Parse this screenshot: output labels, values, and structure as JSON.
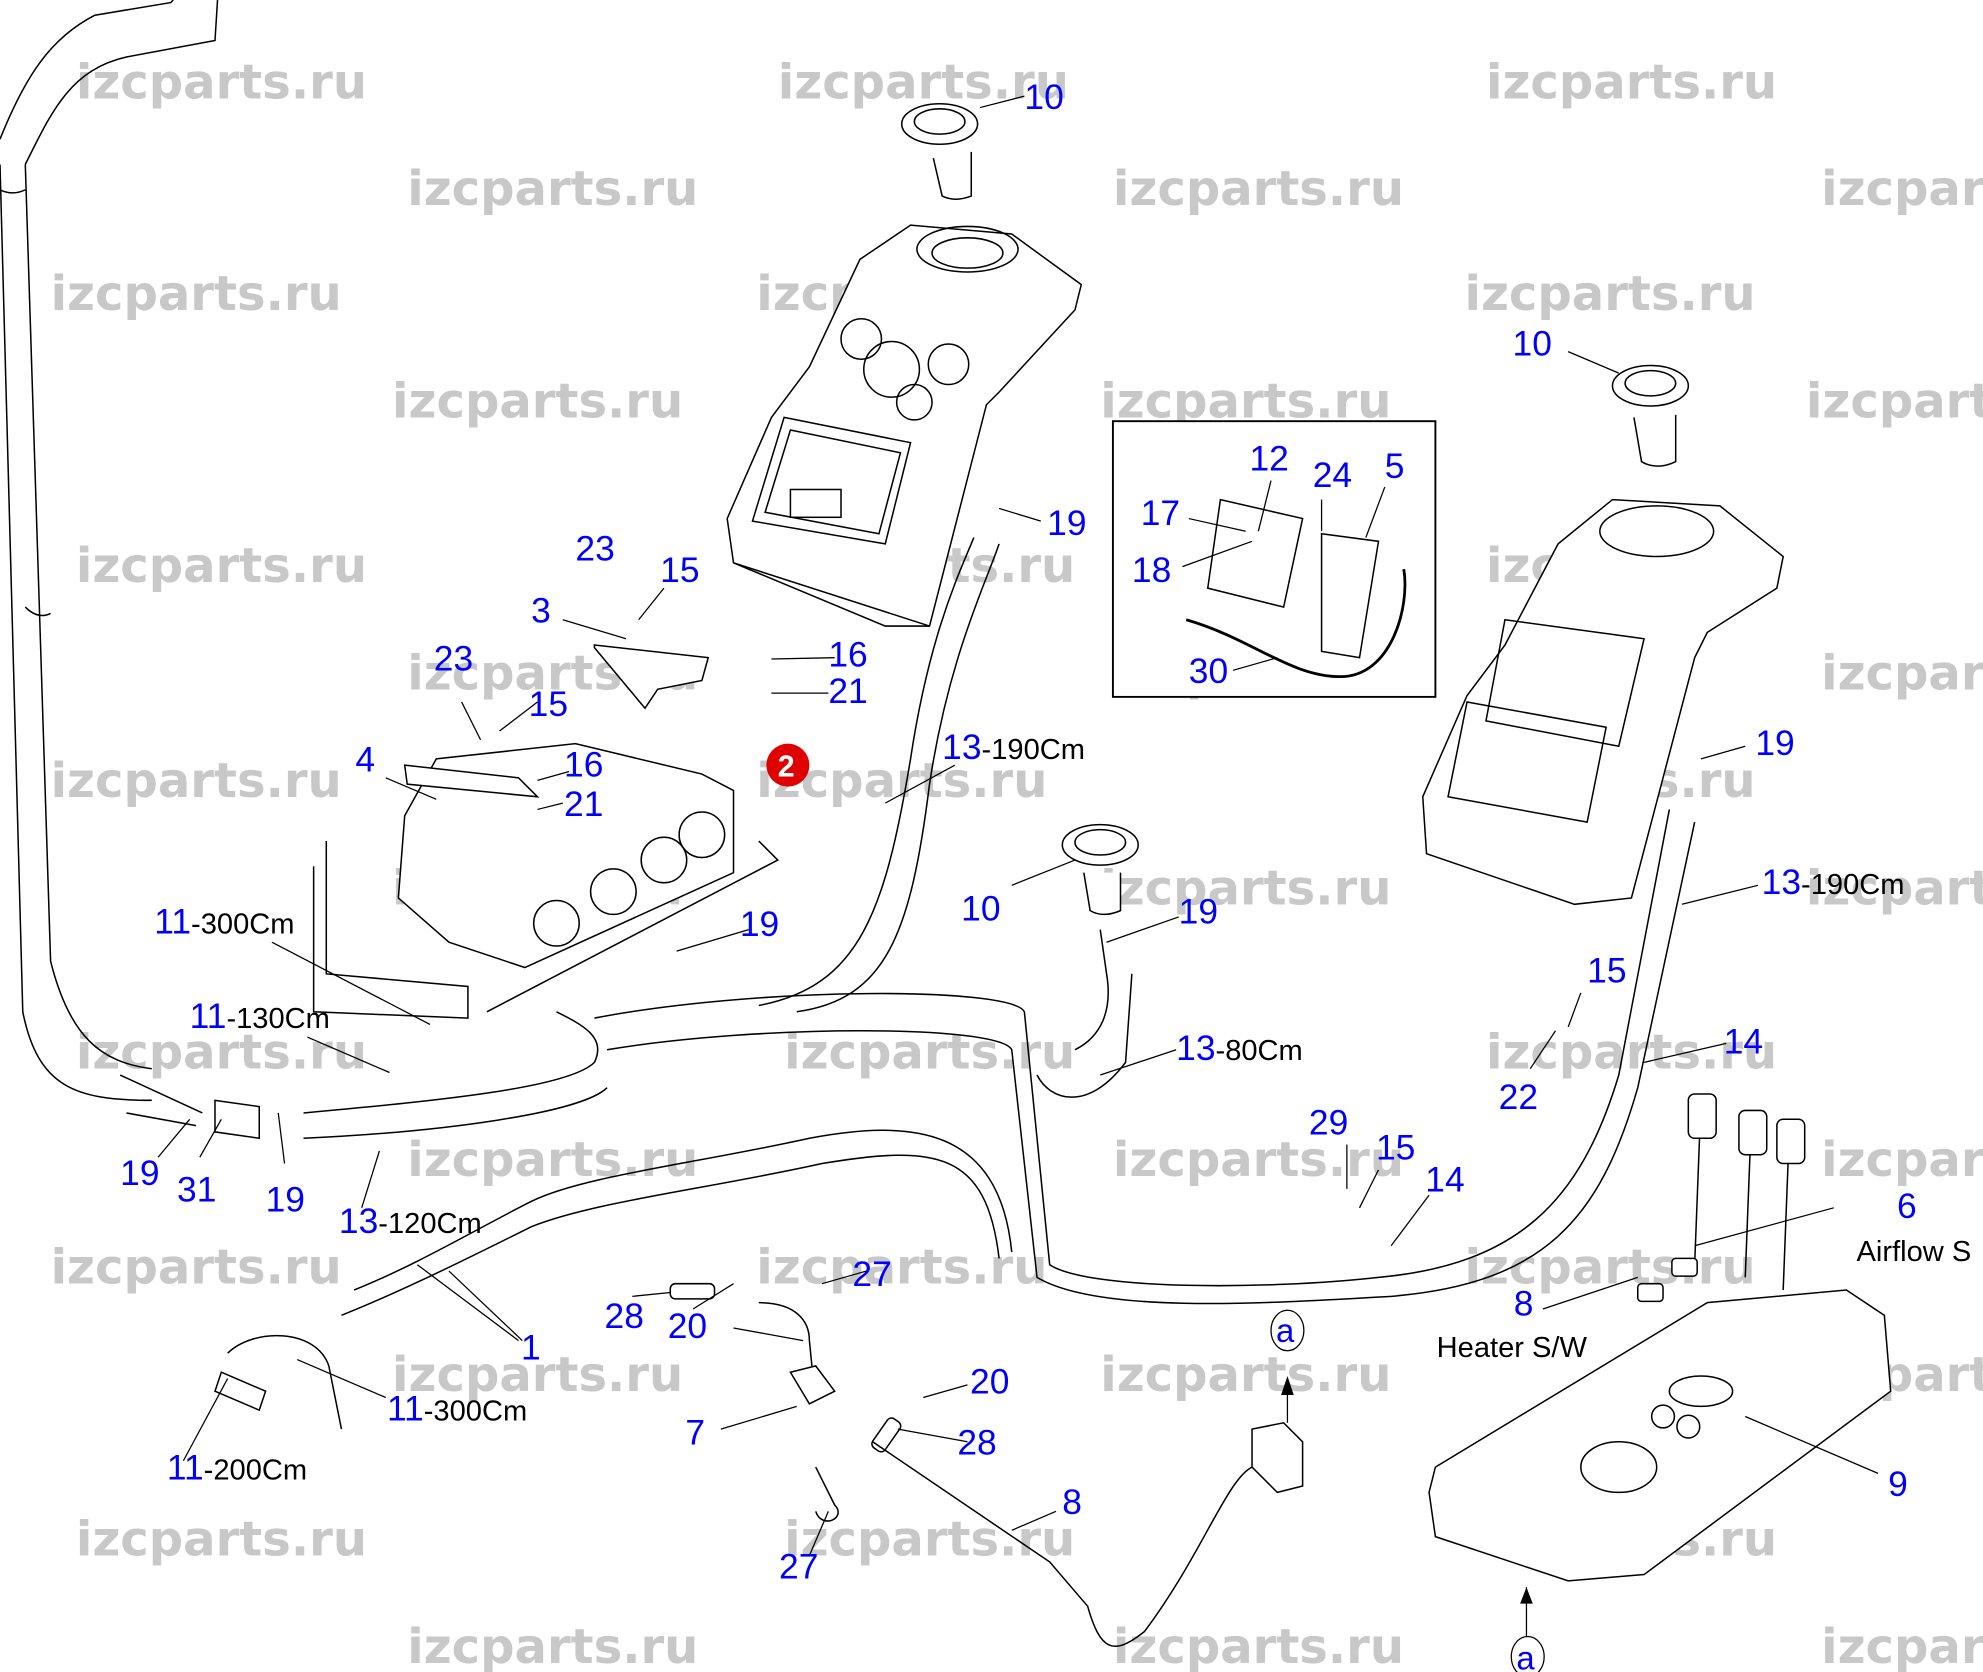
{
  "diagram": {
    "title": "Cab heater & ventilation parts diagram",
    "watermark": "izcparts.ru",
    "colors": {
      "label": "#0000ff",
      "watermark": "#c8c8c8",
      "line": "#000000",
      "highlight_marker": "#e00000"
    },
    "highlighted_part": "2",
    "callouts": [
      {
        "id": "c10a",
        "num": "10",
        "suffix": ""
      },
      {
        "id": "c19a",
        "num": "19",
        "suffix": ""
      },
      {
        "id": "c23a",
        "num": "23",
        "suffix": ""
      },
      {
        "id": "c15a",
        "num": "15",
        "suffix": ""
      },
      {
        "id": "c3",
        "num": "3",
        "suffix": ""
      },
      {
        "id": "c16a",
        "num": "16",
        "suffix": ""
      },
      {
        "id": "c21a",
        "num": "21",
        "suffix": ""
      },
      {
        "id": "c23b",
        "num": "23",
        "suffix": ""
      },
      {
        "id": "c15b",
        "num": "15",
        "suffix": ""
      },
      {
        "id": "c4",
        "num": "4",
        "suffix": ""
      },
      {
        "id": "c16b",
        "num": "16",
        "suffix": ""
      },
      {
        "id": "c21b",
        "num": "21",
        "suffix": ""
      },
      {
        "id": "c13a",
        "num": "13",
        "suffix": "-190Cm"
      },
      {
        "id": "c10b",
        "num": "10",
        "suffix": ""
      },
      {
        "id": "c19b",
        "num": "19",
        "suffix": ""
      },
      {
        "id": "c11a",
        "num": "11",
        "suffix": "-300Cm"
      },
      {
        "id": "c19c",
        "num": "19",
        "suffix": ""
      },
      {
        "id": "c11b",
        "num": "11",
        "suffix": "-130Cm"
      },
      {
        "id": "c13b",
        "num": "13",
        "suffix": "-80Cm"
      },
      {
        "id": "c19d",
        "num": "19",
        "suffix": ""
      },
      {
        "id": "c31",
        "num": "31",
        "suffix": ""
      },
      {
        "id": "c19e",
        "num": "19",
        "suffix": ""
      },
      {
        "id": "c13c",
        "num": "13",
        "suffix": "-120Cm"
      },
      {
        "id": "c28a",
        "num": "28",
        "suffix": ""
      },
      {
        "id": "c20a",
        "num": "20",
        "suffix": ""
      },
      {
        "id": "c27a",
        "num": "27",
        "suffix": ""
      },
      {
        "id": "c1",
        "num": "1",
        "suffix": ""
      },
      {
        "id": "c11c",
        "num": "11",
        "suffix": "-300Cm"
      },
      {
        "id": "c11d",
        "num": "11",
        "suffix": "-200Cm"
      },
      {
        "id": "c7",
        "num": "7",
        "suffix": ""
      },
      {
        "id": "c20b",
        "num": "20",
        "suffix": ""
      },
      {
        "id": "c28b",
        "num": "28",
        "suffix": ""
      },
      {
        "id": "c8a",
        "num": "8",
        "suffix": ""
      },
      {
        "id": "c27b",
        "num": "27",
        "suffix": ""
      },
      {
        "id": "c12",
        "num": "12",
        "suffix": ""
      },
      {
        "id": "c24",
        "num": "24",
        "suffix": ""
      },
      {
        "id": "c5",
        "num": "5",
        "suffix": ""
      },
      {
        "id": "c17",
        "num": "17",
        "suffix": ""
      },
      {
        "id": "c18",
        "num": "18",
        "suffix": ""
      },
      {
        "id": "c30",
        "num": "30",
        "suffix": ""
      },
      {
        "id": "c10c",
        "num": "10",
        "suffix": ""
      },
      {
        "id": "c19f",
        "num": "19",
        "suffix": ""
      },
      {
        "id": "c13d",
        "num": "13",
        "suffix": "-190Cm"
      },
      {
        "id": "c15c",
        "num": "15",
        "suffix": ""
      },
      {
        "id": "c14a",
        "num": "14",
        "suffix": ""
      },
      {
        "id": "c22",
        "num": "22",
        "suffix": ""
      },
      {
        "id": "c29",
        "num": "29",
        "suffix": ""
      },
      {
        "id": "c15d",
        "num": "15",
        "suffix": ""
      },
      {
        "id": "c14b",
        "num": "14",
        "suffix": ""
      },
      {
        "id": "c6",
        "num": "6",
        "suffix": ""
      },
      {
        "id": "c8b",
        "num": "8",
        "suffix": ""
      },
      {
        "id": "c9",
        "num": "9",
        "suffix": ""
      }
    ],
    "notes": {
      "airflow": "Airflow S",
      "heater": "Heater S/W"
    },
    "references": {
      "ref_a_top": "a",
      "ref_a_bottom": "a"
    },
    "marker_label": "2"
  }
}
